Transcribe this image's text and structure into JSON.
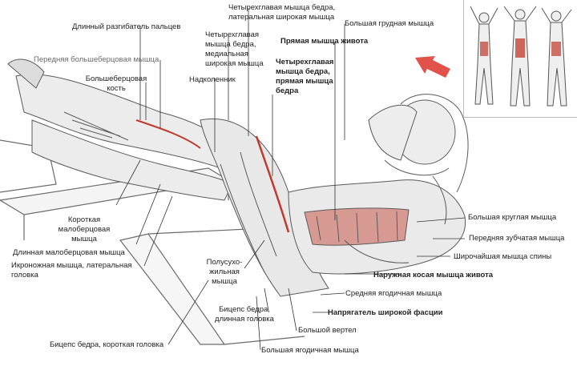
{
  "labels": {
    "ext_digitorum": "Длинный разгибатель пальцев",
    "tib_anterior": "Передняя большеберцовая мышца",
    "tibia": "Большеберцовая\nкость",
    "quad_lateral": "Четырехглавая мышца бедра,\nлатеральная широкая мышца",
    "quad_medial": "Четырехглавая\nмышца бедра,\nмедиальная\nширокая мышца",
    "patella": "Надколенник",
    "rectus_abdominis": "Прямая мышца живота",
    "quad_rectus": "Четырехглавая\nмышца бедра,\nпрямая мышца\nбедра",
    "pectoralis_major": "Большая грудная мышца",
    "peroneus_brevis": "Короткая\nмалоберцовая\nмышца",
    "peroneus_longus": "Длинная малоберцовая мышца",
    "gastrocnemius": "Икроножная мышца, латеральная\nголовка",
    "semitendinosus": "Полусухо-\nжильная\nмышца",
    "teres_major": "Большая круглая мышца",
    "serratus": "Передняя зубчатая мышца",
    "latissimus": "Широчайшая мышца спины",
    "external_oblique": "Наружная косая мышца живота",
    "gluteus_medius": "Средняя ягодичная мышца",
    "tfl": "Напрягатель широкой фасции",
    "biceps_long": "Бицепс бедра,\nдлинная головка",
    "trochanter": "Большой вертел",
    "biceps_short": "Бицепс бедра, короткая головка",
    "gluteus_maximus": "Большая ягодичная мышца"
  },
  "icons": [
    "direction-arrow-icon"
  ],
  "colors": {
    "muscle_highlight": "#c0392b",
    "arrow": "#e0524a",
    "line": "#333333",
    "sketch": "#5a5a5a"
  }
}
